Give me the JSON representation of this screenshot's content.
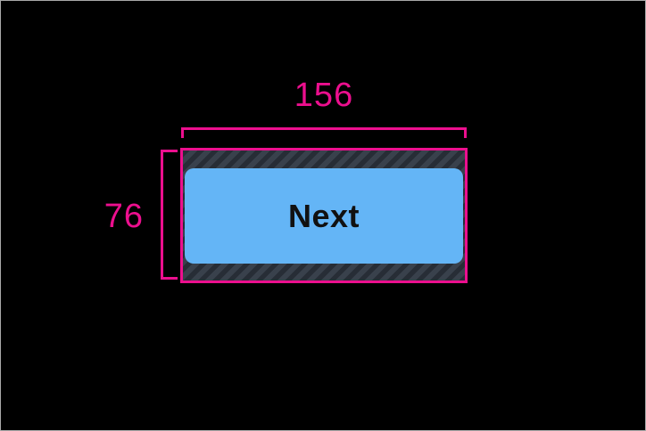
{
  "figure": {
    "background_color": "#000000",
    "frame_border_color": "#a9a9a9"
  },
  "measurements": {
    "annotation_color": "#ec0f8e",
    "width": {
      "label": "156"
    },
    "height": {
      "label": "76"
    }
  },
  "component": {
    "padding_hatch": {
      "base_color": "#39414c",
      "stripe_color": "#272d36"
    },
    "button": {
      "label": "Next",
      "background_color": "#64b5f6",
      "text_color": "#111111"
    }
  }
}
